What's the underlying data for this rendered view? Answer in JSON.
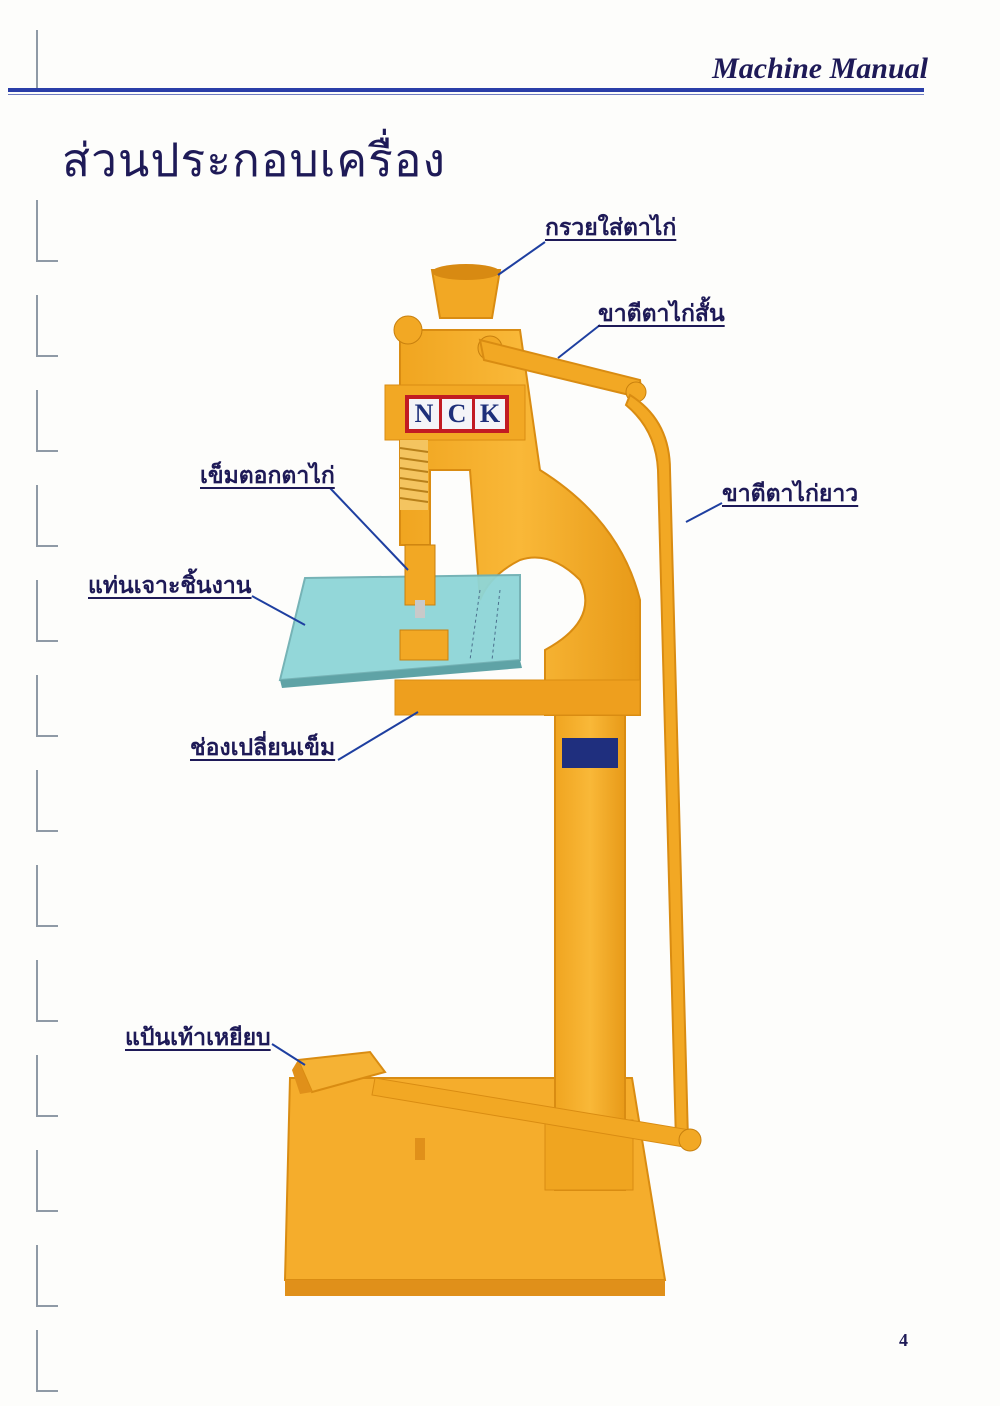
{
  "header": {
    "title": "Machine Manual"
  },
  "page": {
    "heading": "ส่วนประกอบเครื่อง",
    "number": "4"
  },
  "machine": {
    "brand_letters": [
      "N",
      "C",
      "K"
    ]
  },
  "callouts": {
    "hopper": "กรวยใส่ตาไก่",
    "short_lever": "ขาตีตาไก่สั้น",
    "long_lever": "ขาตีตาไก่ยาว",
    "needle": "เข็มตอกตาไก่",
    "table": "แท่นเจาะชิ้นงาน",
    "needle_slot": "ช่องเปลี่ยนเข็ม",
    "pedal": "แป้นเท้าเหยียบ"
  }
}
